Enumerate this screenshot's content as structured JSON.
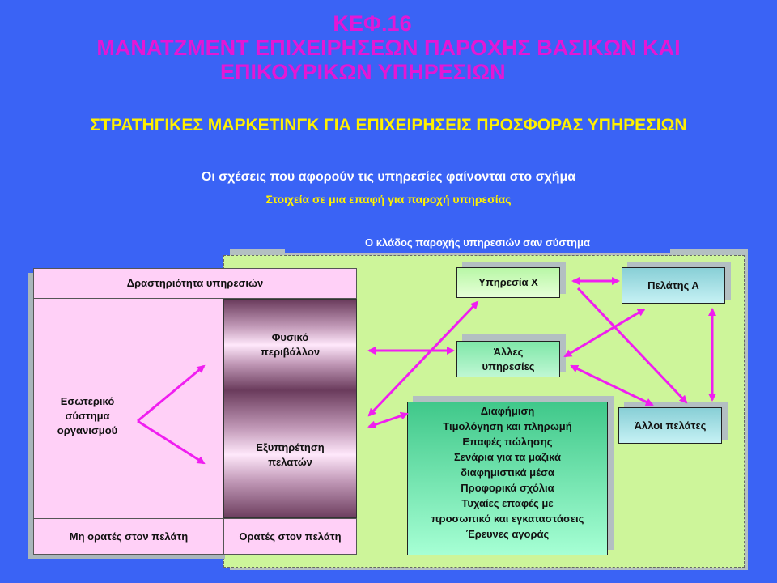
{
  "title": {
    "chapter": "ΚΕΦ.16",
    "line1": "ΜΑΝΑΤΖΜΕΝΤ ΕΠΙΧΕΙΡΗΣΕΩΝ ΠΑΡΟΧΗΣ ΒΑΣΙΚΩΝ ΚΑΙ",
    "line2": "ΕΠΙΚΟΥΡΙΚΩΝ ΥΠΗΡΕΣΙΩΝ"
  },
  "subtitle": "ΣΤΡΑΤΗΓΙΚΕΣ ΜΑΡΚΕΤΙΝΓΚ ΓΙΑ ΕΠΙΧΕΙΡΗΣΕΙΣ ΠΡΟΣΦΟΡΑΣ ΥΠΗΡΕΣΙΩΝ",
  "intro": "Οι σχέσεις που αφορούν τις υπηρεσίες φαίνονται στο σχήμα",
  "caption": "Στοιχεία σε μια επαφή για παροχή υπηρεσίας",
  "diagram": {
    "system_label": "Ο κλάδος παροχής υπηρεσιών σαν σύστημα",
    "activity_header": "Δραστηριότητα υπηρεσιών",
    "internal_system": [
      "Εσωτερικό",
      "σύστημα",
      "οργανισμού"
    ],
    "physical_env": [
      "Φυσικό",
      "περιβάλλον"
    ],
    "customer_service": [
      "Εξυπηρέτηση",
      "πελατών"
    ],
    "invisible_label": "Μη ορατές στον πελάτη",
    "visible_label": "Ορατές στον πελάτη",
    "service_x": "Υπηρεσία Χ",
    "other_services": [
      "Άλλες",
      "υπηρεσίες"
    ],
    "customer_a": "Πελάτης Α",
    "other_customers": "Άλλοι πελάτες",
    "contact_list": [
      "Διαφήμιση",
      "Τιμολόγηση και πληρωμή",
      "Επαφές πώλησης",
      "Σενάρια για τα μαζικά",
      "διαφημιστικά μέσα",
      "Προφορικά σχόλια",
      "Τυχαίες επαφές με",
      "προσωπικό και εγκαταστάσεις",
      "Έρευνες αγοράς"
    ]
  },
  "colors": {
    "background": "#3a63f5",
    "title": "#e317d6",
    "subtitle": "#fff000",
    "arrow": "#f01ef0",
    "system_panel": "#cdf59a",
    "activity": "#ffd0f7"
  }
}
